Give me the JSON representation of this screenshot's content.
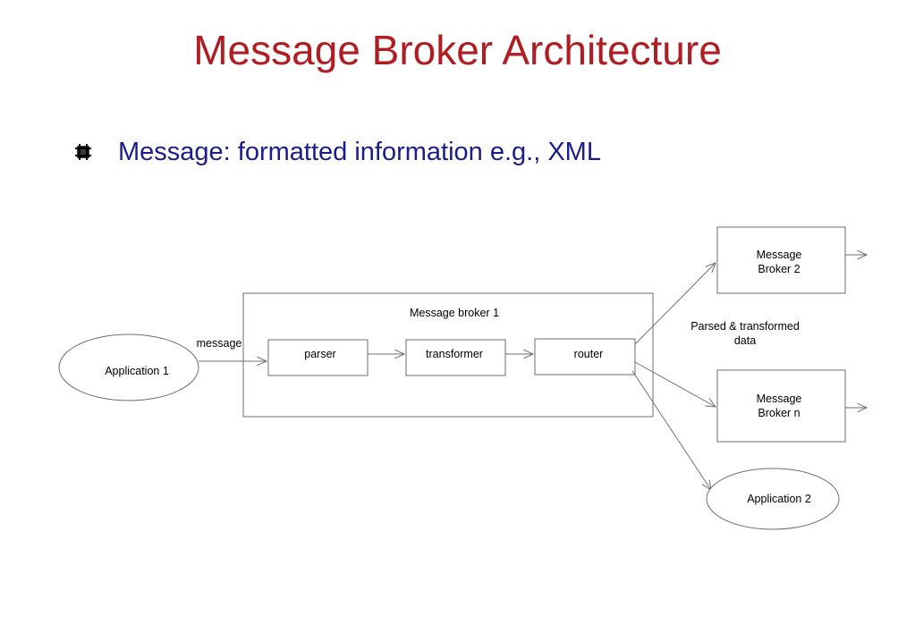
{
  "slide": {
    "title": "Message Broker Architecture",
    "bullet_text": "Message: formatted information e.g., XML",
    "bullet_icon": "square-bullet-icon"
  },
  "diagram": {
    "container_label": "Message broker 1",
    "application_1": "Application 1",
    "application_2": "Application 2",
    "message_label": "message",
    "parser": "parser",
    "transformer": "transformer",
    "router": "router",
    "broker_2_line1": "Message",
    "broker_2_line2": "Broker 2",
    "broker_n_line1": "Message",
    "broker_n_line2": "Broker n",
    "parsed_line1": "Parsed & transformed",
    "parsed_line2": "data"
  },
  "colors": {
    "title": "#b01e23",
    "bullet_text": "#1c1c8c",
    "diagram_stroke": "#6e6e6e"
  }
}
